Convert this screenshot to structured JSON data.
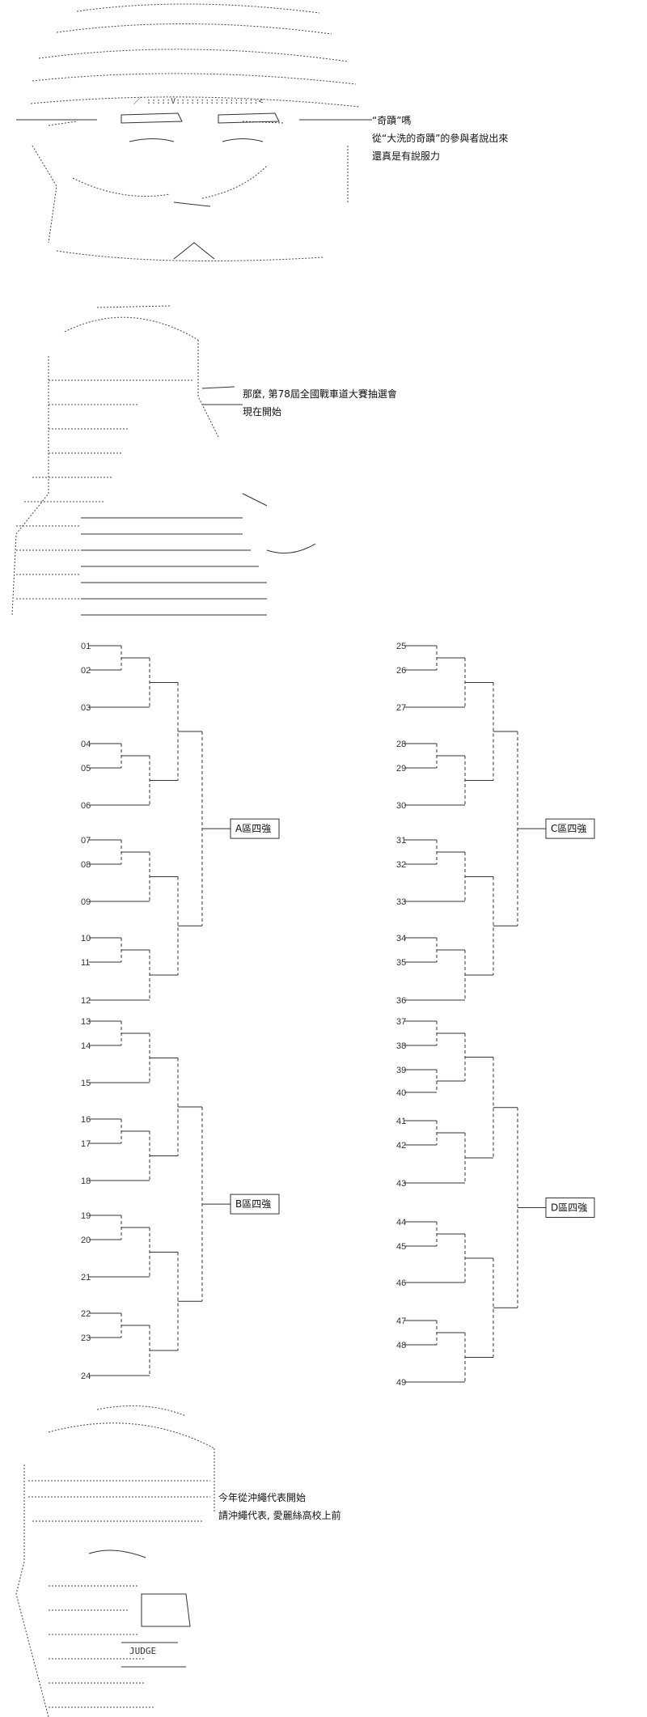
{
  "colors": {
    "ink": "#222222",
    "background": "#ffffff"
  },
  "panel1": {
    "art_glyphs": "／ :::::V:::::::::::::::::<,::::::V  く:::::::/:::,:::V:::::::><::::::> ―― ∧ 〈iﾆﾆ〉 ＜ノ ミ 刈 ゞ ノ 丶∨l  ∧ 从 _  ミ // ／ 乂 Ｖ ／｀ ヽ 》 ＜ ｀ 〈 ＜ ／",
    "captions": [
      "“奇蹟”嗎",
      "從“大洗的奇蹟”的參與者說出來",
      "還真是有說服力"
    ]
  },
  "panel2": {
    "art_glyphs": "|:::::::::| |从 / ﾐﾆﾐﾆ ｼﾞ ｾﾘ ｿ |//////////∧//// ＼ ﾐﾆﾐ  ノﾄﾅ /Y77 ////// 寸///// 乂 ﾐｼﾞ ムｨﾙ 弋",
    "captions": [
      "那麼, 第78屆全國戰車道大賽抽選會",
      "現在開始"
    ]
  },
  "brackets": {
    "A": {
      "label": "A區四強",
      "seeds": [
        "01",
        "02",
        "03",
        "04",
        "05",
        "06",
        "07",
        "08",
        "09",
        "10",
        "11",
        "12"
      ]
    },
    "B": {
      "label": "B區四強",
      "seeds": [
        "13",
        "14",
        "15",
        "16",
        "17",
        "18",
        "19",
        "20",
        "21",
        "22",
        "23",
        "24"
      ]
    },
    "C": {
      "label": "C區四強",
      "seeds": [
        "25",
        "26",
        "27",
        "28",
        "29",
        "30",
        "31",
        "32",
        "33",
        "34",
        "35",
        "36"
      ]
    },
    "D": {
      "label": "D區四強",
      "seeds": [
        "37",
        "38",
        "39",
        "40",
        "41",
        "42",
        "43",
        "44",
        "45",
        "46",
        "47",
        "48",
        "49"
      ]
    }
  },
  "panel3": {
    "art_glyphs": "〃 茶 ゞ ﾘ ﾌﾞ 乂 JUDGE 三三ミ ≦ミ ニ三 ﾐ二",
    "badge_text": "JUDGE",
    "captions": [
      "今年從沖繩代表開始",
      "請沖繩代表, 愛麗絲高校上前"
    ]
  }
}
